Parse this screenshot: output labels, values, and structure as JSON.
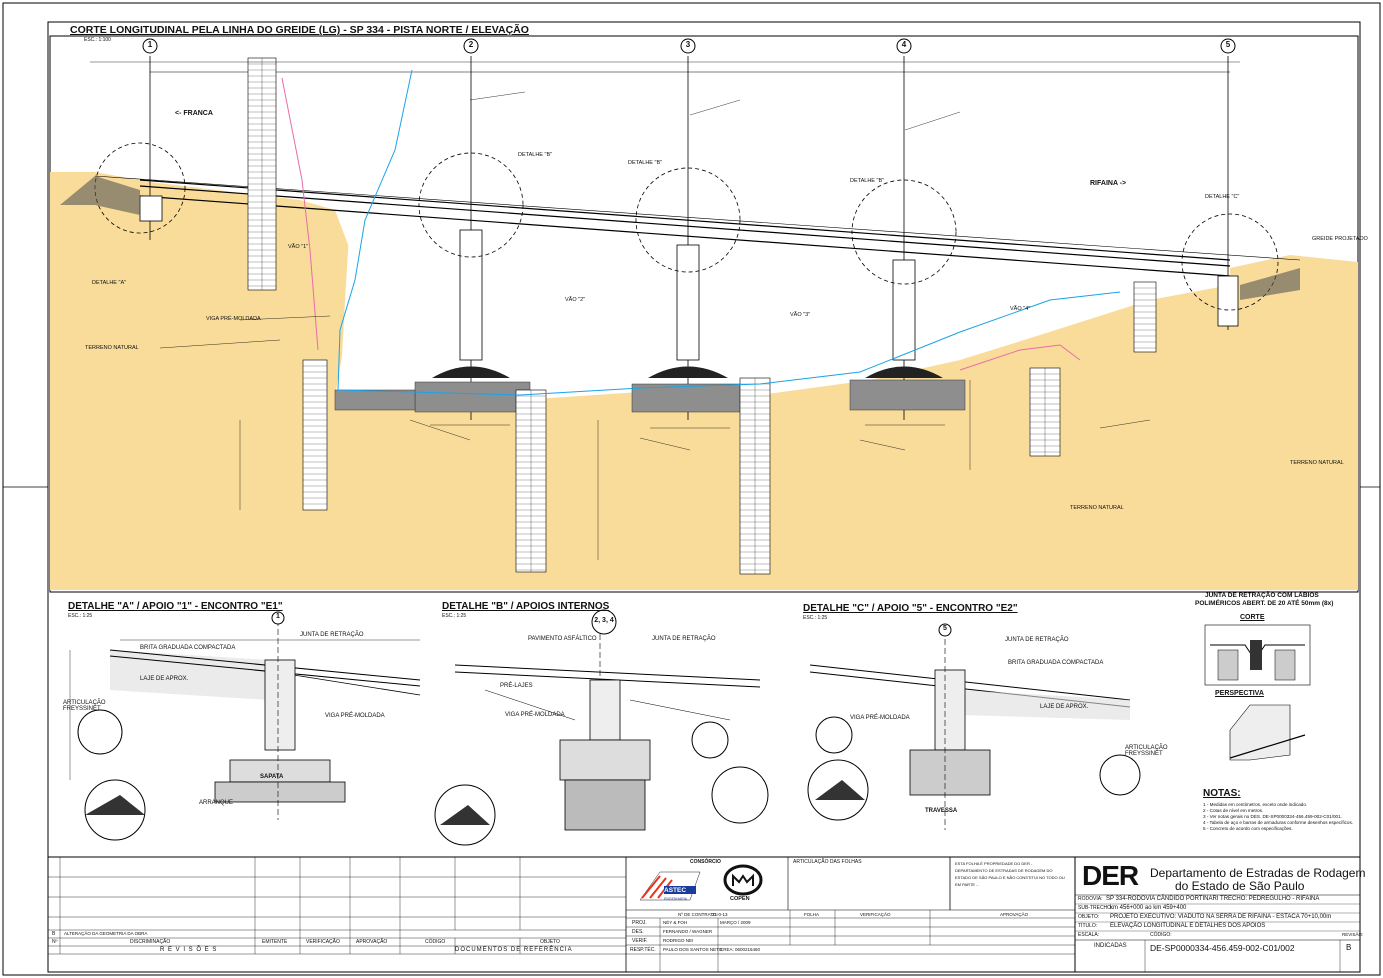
{
  "main_section": {
    "title": "CORTE LONGITUDINAL PELA LINHA DO GREIDE (LG) - SP 334 - PISTA NORTE / ELEVAÇÃO",
    "scale": "ESC.: 1:100",
    "supports": [
      "1",
      "2",
      "3",
      "4",
      "5"
    ],
    "labels": {
      "franca": "<- FRANCA",
      "rifaina": "RIFAINA ->",
      "terreno_natural_left": "TERRENO NATURAL",
      "terreno_natural_right": "TERRENO NATURAL",
      "terreno_natural_bottom": "TERRENO NATURAL",
      "detalhe_a": "DETALHE \"A\"",
      "detalhe_b1": "DETALHE \"B\"",
      "detalhe_b2": "DETALHE \"B\"",
      "detalhe_b3": "DETALHE \"B\"",
      "detalhe_c": "DETALHE \"C\"",
      "vao1": "VÃO \"1\"",
      "vao2": "VÃO \"2\"",
      "vao3": "VÃO \"3\"",
      "vao4": "VÃO \"4\"",
      "viga_premoldada": "VIGA PRÉ-MOLDADA",
      "greide": "GREIDE PROJETADO"
    }
  },
  "details": {
    "a": {
      "title": "DETALHE \"A\" / APOIO \"1\" - ENCONTRO \"E1\"",
      "scale": "ESC.: 1:25",
      "circle": "1"
    },
    "b": {
      "title": "DETALHE \"B\" / APOIOS INTERNOS",
      "scale": "ESC.: 1:25",
      "circle": "2, 3, 4"
    },
    "c": {
      "title": "DETALHE \"C\" / APOIO \"5\" - ENCONTRO \"E2\"",
      "scale": "ESC.: 1:25",
      "circle": "5"
    },
    "junta": {
      "title1": "JUNTA DE RETRAÇÃO COM LÁBIOS",
      "title2": "POLIMÉRICOS ABERT. DE 20 ATÉ 50mm (8x)",
      "corte": "CORTE",
      "perspectiva": "PERSPECTIVA"
    },
    "labels": {
      "sapata": "SAPATA",
      "arranque": "ARRANQUE",
      "travessa": "TRAVESSA",
      "pre_lajes": "PRÉ-LAJES",
      "viga_pre": "VIGA PRÉ-MOLDADA",
      "laje_aprox": "LAJE DE APROX.",
      "junta_retracao": "JUNTA DE RETRAÇÃO",
      "articulacao": "ARTICULAÇÃO FREYSSINET",
      "pavimento": "PAVIMENTO ASFÁLTICO",
      "brita": "BRITA GRADUADA COMPACTADA"
    }
  },
  "notes": {
    "title": "NOTAS:",
    "items": [
      "1 - Medidas em centímetros, exceto onde indicado.",
      "2 - Cotas de nível em metros.",
      "3 - Ver notas gerais no DES. DE-SP0000334-456.459-002-C01/001.",
      "4 - Tabela de aço e barras de armaduras conforme desenhos específicos.",
      "5 - Concreto de acordo com especificações."
    ]
  },
  "title_block": {
    "consorcio": "CONSÓRCIO",
    "logo1": "ASTEC",
    "logo1_sub": "ENGENHARIA",
    "logo2": "COPEN",
    "articulacao": "ARTICULAÇÃO DAS FOLHAS",
    "owner_text": "ESTA FOLHA É PROPRIEDADE DO DER - DEPARTAMENTO DE ESTRADAS DE RODAGEM DO ESTADO DE SÃO PAULO E NÃO CONSTITUI NO TODO OU EM PARTE ...",
    "der": "DER",
    "der_name1": "Departamento de Estradas de Rodagem",
    "der_name2": "do Estado de São Paulo",
    "rodovia_k": "RODOVIA:",
    "rodovia_v": "SP 334-RODOVIA CÂNDIDO PORTINARI TRECHO: PEDREGULHO - RIFAINA",
    "subtrecho_k": "SUB-TRECHO:",
    "subtrecho_v": "km 456+000 ao km 459+400",
    "objeto_k": "OBJETO:",
    "objeto_v": "PROJETO EXECUTIVO: VIADUTO NA SERRA DE RIFAINA - ESTACA 70+10,00m",
    "titulo_k": "TÍTULO:",
    "titulo_v": "ELEVAÇÃO LONGITUDINAL E DETALHES DOS APOIOS",
    "escala_k": "ESCALA:",
    "escala_v": "INDICADAS",
    "codigo_k": "CÓDIGO:",
    "codigo_v": "DE-SP0000334-456.459-002-C01/002",
    "revisao_k": "REVISÃO:",
    "revisao_v": "B",
    "n_contrato": "Nº DE CONTRATO:",
    "contrato_v": "21-0-13",
    "folha": "FOLHA",
    "verificacao": "VERIFICAÇÃO",
    "aprovacao": "APROVAÇÃO",
    "proj_k": "PROJ.",
    "proj_v": "NÉY & FOH",
    "proj_d": "MARÇO / 2009",
    "des_k": "DES.",
    "des_v": "FERNANDO / WAGNER",
    "verif_k": "VERIF.",
    "verif_v": "RODRIGO NEI",
    "respt_k": "RESP.TÉC.",
    "respt_v": "PAULO DOS SANTOS NETO",
    "crea": "CREA: 0600216460"
  },
  "revisions": {
    "row_b_n": "B",
    "row_b_text": "ALTERAÇÃO DA GEOMETRIA DA OBRA",
    "header": [
      "Nº",
      "DISCRIMINAÇÃO",
      "EMITENTE",
      "VERIFICAÇÃO",
      "APROVAÇÃO",
      "CÓDIGO",
      "OBJETO"
    ],
    "revisoes": "R E V I S Õ E S",
    "documentos": "DOCUMENTOS DE REFERÊNCIA"
  }
}
